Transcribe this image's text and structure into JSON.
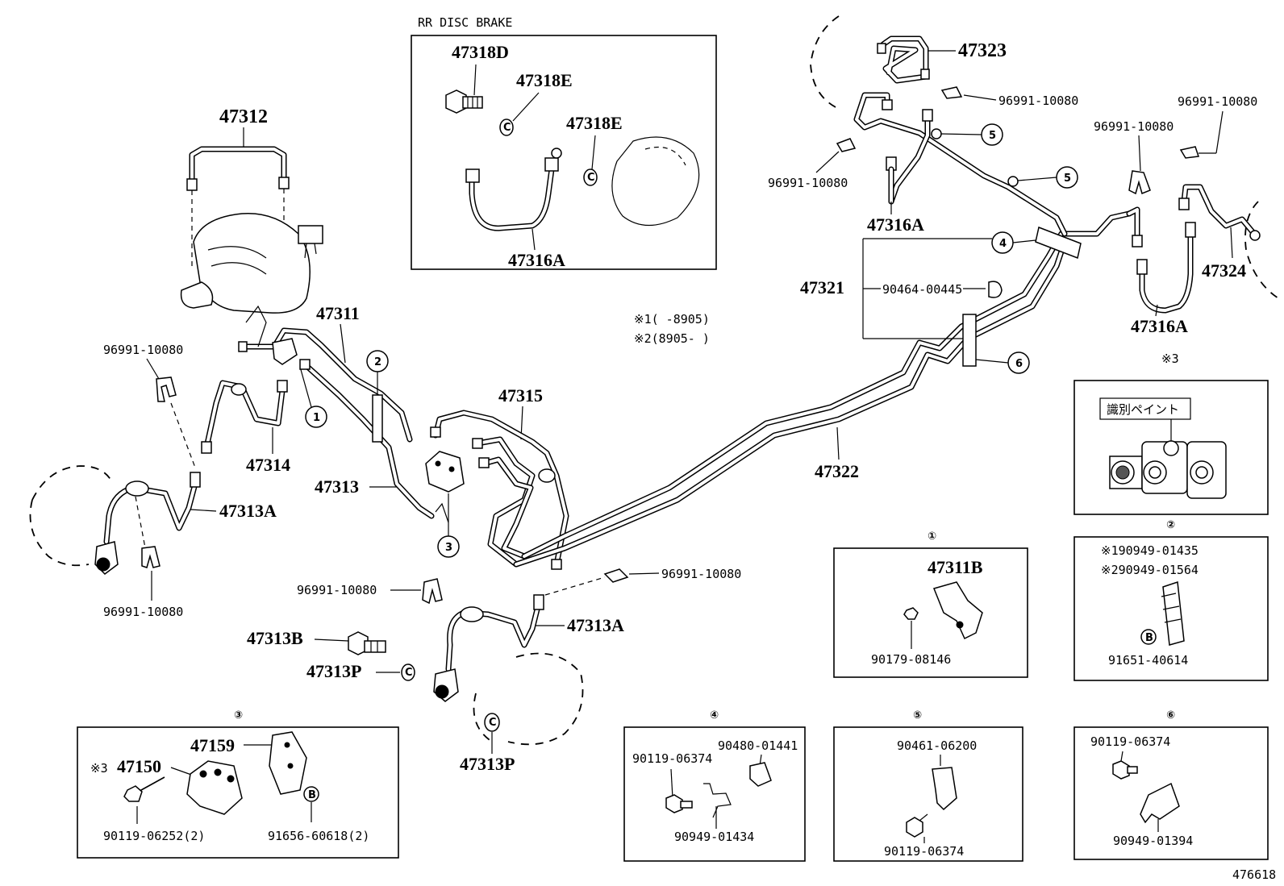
{
  "labels": {
    "rr_disc_brake": "RR DISC BRAKE",
    "p47318D": "47318D",
    "p47318E_a": "47318E",
    "p47318E_b": "47318E",
    "p47316A_a": "47316A",
    "p47312": "47312",
    "p47311": "47311",
    "p47314": "47314",
    "p47313": "47313",
    "p47313A_a": "47313A",
    "p47313A_b": "47313A",
    "p47313B": "47313B",
    "p47313P_a": "47313P",
    "p47313P_b": "47313P",
    "p47315": "47315",
    "p47322": "47322",
    "p47323": "47323",
    "p47316A_b": "47316A",
    "p47316A_c": "47316A",
    "p47321": "47321",
    "p47324": "47324",
    "c96991_a": "96991-10080",
    "c96991_b": "96991-10080",
    "c96991_c": "96991-10080",
    "c96991_d": "96991-10080",
    "c96991_e": "96991-10080",
    "c96991_f": "96991-10080",
    "c96991_g": "96991-10080",
    "c96991_h": "96991-10080",
    "c90464": "90464-00445",
    "note1": "※1(     -8905)",
    "note2": "※2(8905-     )",
    "star3_top": "※3",
    "paint_label": "識別ペイント",
    "ref_no": "476618"
  },
  "callouts": {
    "c1": "1",
    "c2": "2",
    "c3": "3",
    "c4": "4",
    "c5a": "5",
    "c5b": "5",
    "c6": "6"
  },
  "boxes": {
    "b1": {
      "num": "①",
      "part": "47311B",
      "bolt": "90179-08146"
    },
    "b2": {
      "num": "②",
      "line1": "※190949-01435",
      "line2": "※290949-01564",
      "bolt_mark": "B",
      "bolt": "91651-40614"
    },
    "b3": {
      "num": "③",
      "p47159": "47159",
      "star": "※3",
      "p47150": "47150",
      "bolt": "90119-06252(2)",
      "bolt_mark": "B",
      "bolt2": "91656-60618(2)"
    },
    "b4": {
      "num": "④",
      "a": "90480-01441",
      "b": "90119-06374",
      "c": "90949-01434"
    },
    "b5": {
      "num": "⑤",
      "a": "90461-06200",
      "b": "90119-06374"
    },
    "b6": {
      "num": "⑥",
      "a": "90119-06374",
      "b": "90949-01394"
    }
  }
}
